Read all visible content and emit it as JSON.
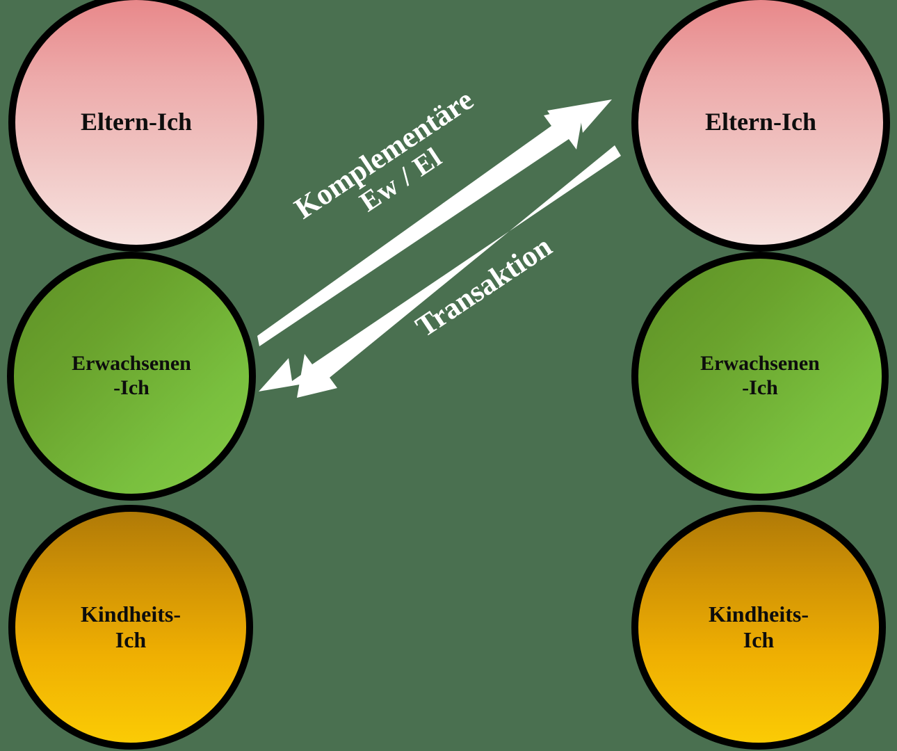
{
  "diagram": {
    "title": "Komplementäre Transaktion Ew / El",
    "background_color": "#4a7050",
    "columns": [
      {
        "id": "left-person",
        "circles": [
          {
            "id": "left-parent",
            "label": "Eltern-Ich",
            "color": "#edabab",
            "role": "parent-ego-state"
          },
          {
            "id": "left-adult",
            "label": "Erwachsenen\n-Ich",
            "color": "#79bf3e",
            "role": "adult-ego-state"
          },
          {
            "id": "left-child",
            "label": "Kindheits-\nIch",
            "color": "#efaf02",
            "role": "child-ego-state"
          }
        ]
      },
      {
        "id": "right-person",
        "circles": [
          {
            "id": "right-parent",
            "label": "Eltern-Ich",
            "color": "#edabab",
            "role": "parent-ego-state"
          },
          {
            "id": "right-adult",
            "label": "Erwachsenen\n-Ich",
            "color": "#79bf3e",
            "role": "adult-ego-state"
          },
          {
            "id": "right-child",
            "label": "Kindheits-\nIch",
            "color": "#efaf02",
            "role": "child-ego-state"
          }
        ]
      }
    ],
    "arrows": [
      {
        "id": "stimulus-arrow",
        "label_line1": "Komplementäre",
        "label_line2": "Ew / El",
        "from": "left-adult",
        "to": "right-parent",
        "direction": "up-right",
        "color": "#ffffff"
      },
      {
        "id": "response-arrow",
        "label_line1": "Transaktion",
        "from": "right-parent",
        "to": "left-adult",
        "direction": "down-left",
        "color": "#ffffff"
      }
    ]
  }
}
